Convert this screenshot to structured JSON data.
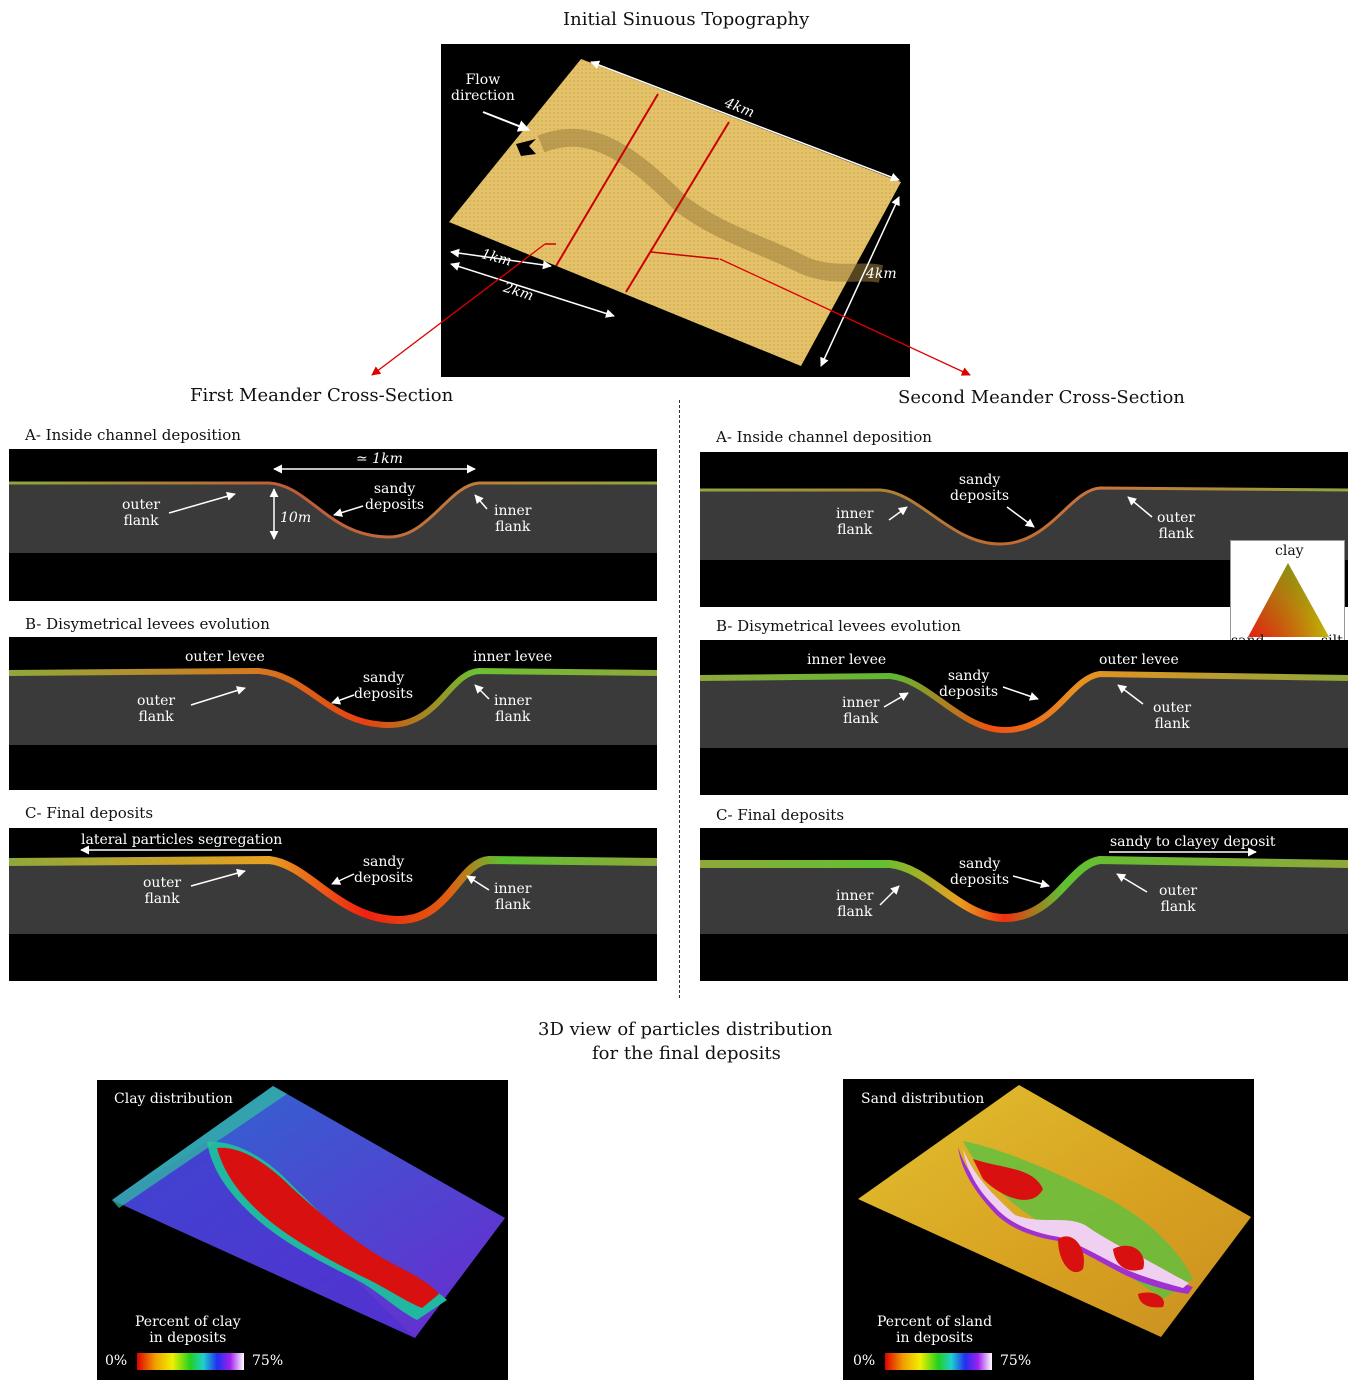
{
  "top": {
    "title": "Initial Sinuous Topography",
    "flow": "Flow\ndirection",
    "d4km_a": "4km",
    "d4km_b": "4km",
    "d1km": "1km",
    "d2km": "2km"
  },
  "first": {
    "title": "First Meander Cross-Section",
    "A": {
      "title": "A- Inside channel deposition",
      "width": "≃ 1km",
      "depth": "10m",
      "outer_flank": "outer\nflank",
      "sandy": "sandy\ndeposits",
      "inner_flank": "inner\nflank"
    },
    "B": {
      "title": "B- Disymetrical levees evolution",
      "outer_levee": "outer levee",
      "inner_levee": "inner levee",
      "outer_flank": "outer\nflank",
      "sandy": "sandy\ndeposits",
      "inner_flank": "inner\nflank"
    },
    "C": {
      "title": "C- Final deposits",
      "segregation": "lateral particles segregation",
      "outer_flank": "outer\nflank",
      "sandy": "sandy\ndeposits",
      "inner_flank": "inner\nflank"
    }
  },
  "second": {
    "title": "Second Meander Cross-Section",
    "A": {
      "title": "A- Inside channel deposition",
      "inner_flank": "inner\nflank",
      "sandy": "sandy\ndeposits",
      "outer_flank": "outer\nflank"
    },
    "B": {
      "title": "B- Disymetrical levees evolution",
      "inner_levee": "inner levee",
      "outer_levee": "outer levee",
      "inner_flank": "inner\nflank",
      "sandy": "sandy\ndeposits",
      "outer_flank": "outer\nflank"
    },
    "C": {
      "title": "C- Final deposits",
      "sandy_clayey": "sandy to clayey deposit",
      "inner_flank": "inner\nflank",
      "sandy": "sandy\ndeposits",
      "outer_flank": "outer\nflank"
    }
  },
  "ternary": {
    "clay": "clay",
    "sand": "sand",
    "silt": "silt"
  },
  "bottom": {
    "title_line1": "3D view of particles distribution",
    "title_line2": "for the final deposits",
    "clay": {
      "label": "Clay distribution",
      "legend": "Percent of clay\nin deposits",
      "min": "0%",
      "max": "75%"
    },
    "sand": {
      "label": "Sand distribution",
      "legend": "Percent of sland\nin deposits",
      "min": "0%",
      "max": "75%"
    }
  },
  "colors": {
    "terrain": "#e3c068",
    "ground": "#3a3a3a",
    "red_line": "#d00000"
  }
}
